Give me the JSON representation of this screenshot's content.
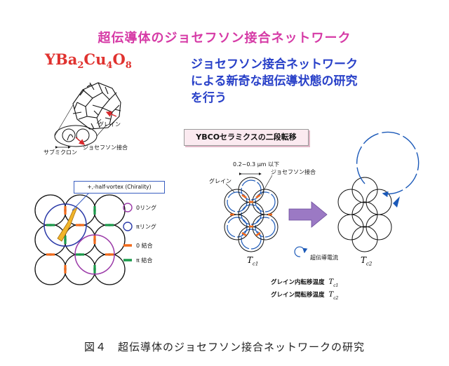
{
  "header": {
    "title": "超伝導体のジョセフソン接合ネットワーク",
    "formula": {
      "part1": "YBa",
      "sub1": "2",
      "part2": "Cu",
      "sub2": "4",
      "part3": "O",
      "sub3": "8"
    },
    "headline": [
      "ジョセフソン接合ネットワーク",
      "による新奇な超伝導状態の研究",
      "を行う"
    ]
  },
  "grain_figure": {
    "grain_label": "グレイン",
    "submicron_label": "サブミクロン",
    "junction_label": "ジョセフソン接合"
  },
  "vortex_figure": {
    "chirality_label": "+,-half-vortex (Chirality)",
    "legend": [
      {
        "label": "0リング",
        "color": "#9b3aa8",
        "kind": "ring"
      },
      {
        "label": "πリング",
        "color": "#2b3aa8",
        "kind": "ring"
      },
      {
        "label": "0 結合",
        "color": "#f26a1b",
        "kind": "bar"
      },
      {
        "label": "π 結合",
        "color": "#1a9a4a",
        "kind": "bar"
      }
    ]
  },
  "transition_figure": {
    "title": "YBCOセラミクスの二段転移",
    "size_label": "0.2~0.3 μm 以下",
    "grain_label": "グレイン",
    "junction_label": "ジョセフソン接合",
    "tc1": "T",
    "tc1_sub": "c1",
    "tc2": "T",
    "tc2_sub": "c2",
    "current_label": "超伝導電流",
    "intra_label": "グレイン内転移温度",
    "inter_label": "グレイン間転移温度",
    "arrow_color": "#9b79c4"
  },
  "caption": "図４　超伝導体のジョセフソン接合ネットワークの研究"
}
